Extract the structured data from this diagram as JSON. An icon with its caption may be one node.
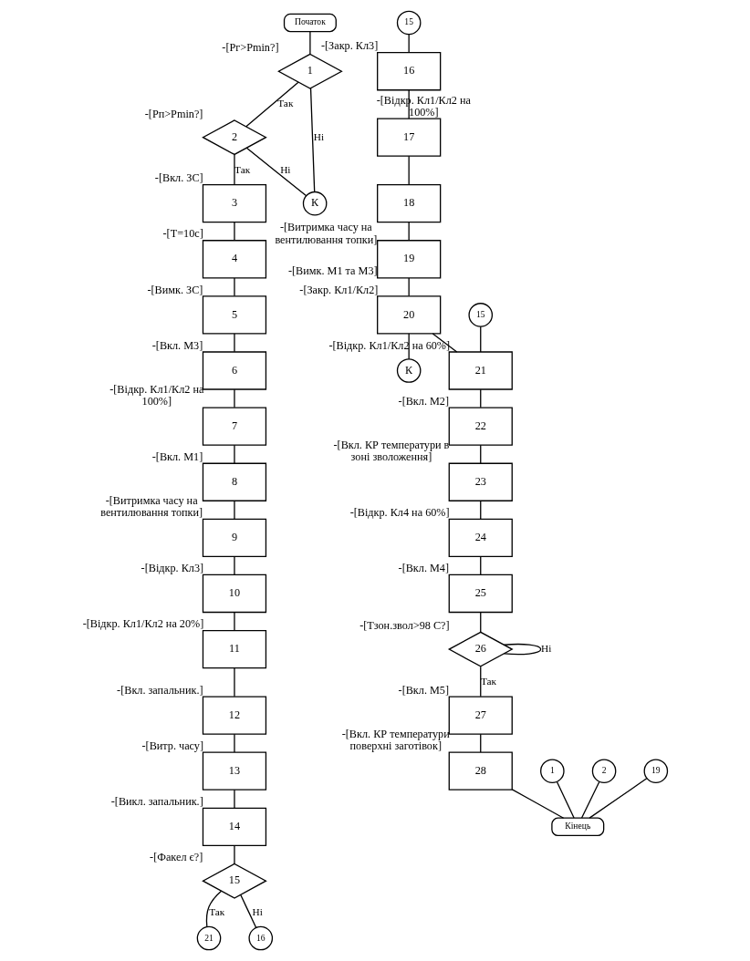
{
  "diagram": {
    "nodes": [
      {
        "text": [
          "Початок"
        ]
      },
      {
        "text": [
          "1"
        ],
        "beside": [
          "-[Pг>Pmin?]"
        ]
      },
      {
        "text": [
          "2"
        ],
        "beside": [
          "-[Pп>Pmin?]"
        ]
      },
      {
        "text": [
          "К"
        ]
      },
      {
        "text": [
          "3"
        ],
        "beside": [
          "-[Вкл. ЗС]"
        ]
      },
      {
        "text": [
          "4"
        ],
        "beside": [
          "-[T=10c]"
        ]
      },
      {
        "text": [
          "5"
        ],
        "beside": [
          "-[Вимк. ЗС]"
        ]
      },
      {
        "text": [
          "6"
        ],
        "beside": [
          "-[Вкл. М3]"
        ]
      },
      {
        "text": [
          "7"
        ],
        "beside": [
          "-[Відкр. Кл1/Кл2 на 100%]"
        ]
      },
      {
        "text": [
          "8"
        ],
        "beside": [
          "-[Вкл. М1]"
        ]
      },
      {
        "text": [
          "9"
        ],
        "beside": [
          "-[Витримка часу на вентилювання топки]"
        ]
      },
      {
        "text": [
          "10"
        ],
        "beside": [
          "-[Відкр. Кл3]"
        ]
      },
      {
        "text": [
          "11"
        ],
        "beside": [
          "-[Відкр. Кл1/Кл2 на 20%]"
        ]
      },
      {
        "text": [
          "12"
        ],
        "beside": [
          "-[Вкл. запальник.]"
        ]
      },
      {
        "text": [
          "13"
        ],
        "beside": [
          "-[Витр. часу]"
        ]
      },
      {
        "text": [
          "14"
        ],
        "beside": [
          "-[Викл. запальник.]"
        ]
      },
      {
        "text": [
          "15"
        ],
        "beside": [
          "-[Факел є?]"
        ]
      },
      {
        "text": [
          "21"
        ]
      },
      {
        "text": [
          "16"
        ]
      },
      {
        "text": [
          "15"
        ]
      },
      {
        "text": [
          "16"
        ],
        "beside": [
          "-[Закр. Кл3]"
        ]
      },
      {
        "text": [
          "17"
        ],
        "beside": [
          "-[Відкр. Кл1/Кл2 на 100%]"
        ]
      },
      {
        "text": [
          "18"
        ],
        "beside": [
          "-[Витримка часу на вентилювання топки]"
        ]
      },
      {
        "text": [
          "19"
        ],
        "beside": [
          "-[Вимк. М1 та М3]"
        ]
      },
      {
        "text": [
          "20"
        ],
        "beside": [
          "-[Закр. Кл1/Кл2]"
        ]
      },
      {
        "text": [
          "15"
        ]
      },
      {
        "text": [
          "К"
        ]
      },
      {
        "text": [
          "21"
        ],
        "beside": [
          "-[Відкр. Кл1/Кл2 на 60%]"
        ]
      },
      {
        "text": [
          "22"
        ],
        "beside": [
          "-[Вкл. М2]"
        ]
      },
      {
        "text": [
          "23"
        ],
        "beside": [
          "-[Вкл. КР температури в зоні зволоження]"
        ]
      },
      {
        "text": [
          "24"
        ],
        "beside": [
          "-[Відкр. Кл4 на 60%]"
        ]
      },
      {
        "text": [
          "25"
        ],
        "beside": [
          "-[Вкл. М4]"
        ]
      },
      {
        "text": [
          "26"
        ],
        "beside": [
          "-[Tзон.звол>98 С?]"
        ]
      },
      {
        "text": [
          "27"
        ],
        "beside": [
          "-[Вкл. М5]"
        ]
      },
      {
        "text": [
          "28"
        ],
        "beside": [
          "-[Вкл. КР температури поверхні заготівок]"
        ]
      },
      {
        "text": [
          "1"
        ]
      },
      {
        "text": [
          "2"
        ]
      },
      {
        "text": [
          "19"
        ]
      },
      {
        "text": [
          "Кінець"
        ]
      }
    ],
    "edges": [
      {
        "from": 0,
        "to": 1,
        "arrow": "none"
      },
      {
        "from": 1,
        "to": 2,
        "arrow": "none",
        "label": "Так"
      },
      {
        "from": 1,
        "to": 3,
        "arrow": "none",
        "label": "Ні"
      },
      {
        "from": 2,
        "to": 3,
        "arrow": "none",
        "label": "Ні"
      },
      {
        "from": 2,
        "to": 4,
        "arrow": "none",
        "label": "Так"
      },
      {
        "from": 4,
        "to": 5,
        "arrow": "none"
      },
      {
        "from": 5,
        "to": 6,
        "arrow": "none"
      },
      {
        "from": 6,
        "to": 7,
        "arrow": "none"
      },
      {
        "from": 7,
        "to": 8,
        "arrow": "none"
      },
      {
        "from": 8,
        "to": 9,
        "arrow": "none"
      },
      {
        "from": 9,
        "to": 10,
        "arrow": "none"
      },
      {
        "from": 10,
        "to": 11,
        "arrow": "none"
      },
      {
        "from": 11,
        "to": 12,
        "arrow": "none"
      },
      {
        "from": 12,
        "to": 13,
        "arrow": "none"
      },
      {
        "from": 13,
        "to": 14,
        "arrow": "none"
      },
      {
        "from": 14,
        "to": 15,
        "arrow": "none"
      },
      {
        "from": 15,
        "to": 16,
        "arrow": "none"
      },
      {
        "from": 16,
        "to": 17,
        "arrow": "none",
        "label": "Так"
      },
      {
        "from": 16,
        "to": 18,
        "arrow": "none",
        "label": "Ні"
      },
      {
        "from": 19,
        "to": 20,
        "arrow": "none"
      },
      {
        "from": 20,
        "to": 21,
        "arrow": "none"
      },
      {
        "from": 21,
        "to": 22,
        "arrow": "none"
      },
      {
        "from": 22,
        "to": 23,
        "arrow": "none"
      },
      {
        "from": 23,
        "to": 24,
        "arrow": "none"
      },
      {
        "from": 24,
        "to": 26,
        "arrow": "none"
      },
      {
        "from": 24,
        "to": 27,
        "arrow": "none"
      },
      {
        "from": 25,
        "to": 27,
        "arrow": "none"
      },
      {
        "from": 27,
        "to": 28,
        "arrow": "none"
      },
      {
        "from": 28,
        "to": 29,
        "arrow": "none"
      },
      {
        "from": 29,
        "to": 30,
        "arrow": "none"
      },
      {
        "from": 30,
        "to": 31,
        "arrow": "none"
      },
      {
        "from": 31,
        "to": 32,
        "arrow": "none"
      },
      {
        "from": 32,
        "to": 32,
        "arrow": "none",
        "label": "Ні"
      },
      {
        "from": 32,
        "to": 33,
        "arrow": "none",
        "label": "Так"
      },
      {
        "from": 33,
        "to": 34,
        "arrow": "none"
      },
      {
        "from": 34,
        "to": 38,
        "arrow": "none"
      },
      {
        "from": 35,
        "to": 38,
        "arrow": "none"
      },
      {
        "from": 36,
        "to": 38,
        "arrow": "none"
      },
      {
        "from": 37,
        "to": 38,
        "arrow": "none"
      }
    ]
  }
}
